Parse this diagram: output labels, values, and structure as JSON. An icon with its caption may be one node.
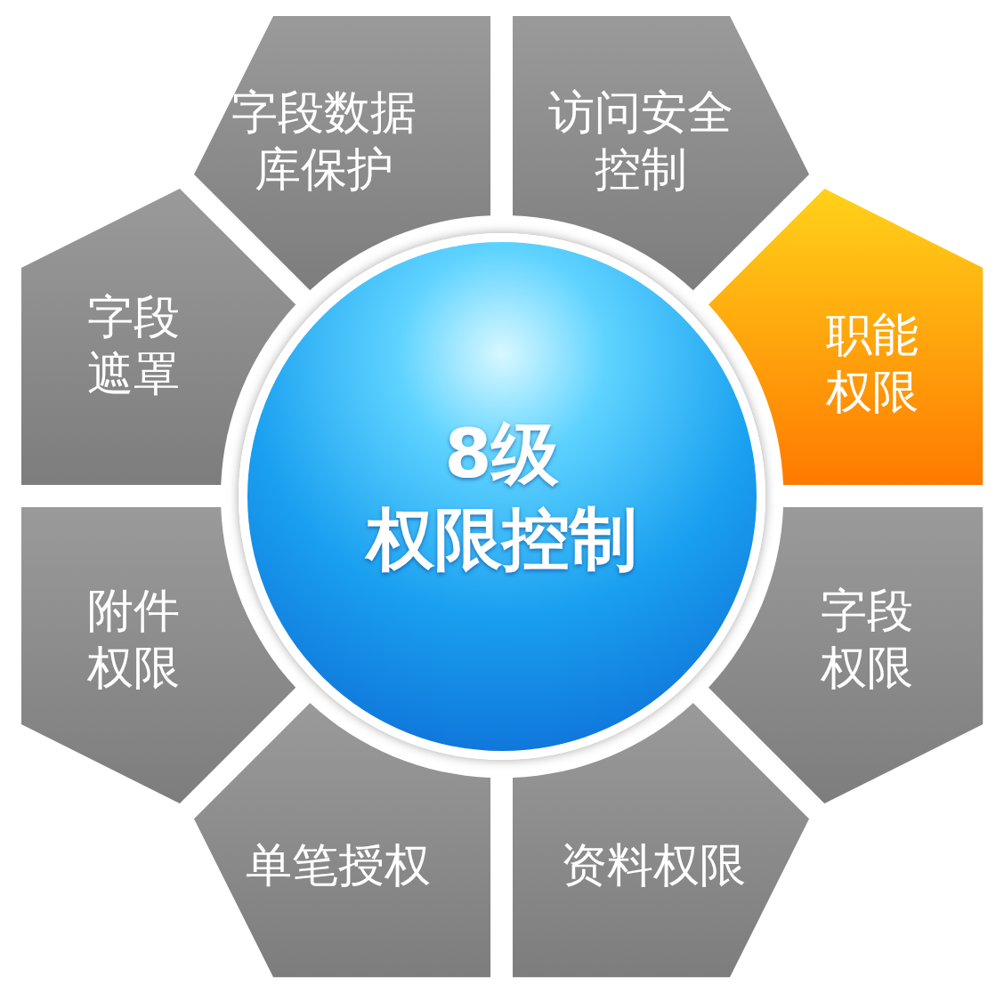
{
  "diagram": {
    "nodes": [
      {
        "text": [
          "8级",
          "权限控制"
        ]
      },
      {
        "text": [
          "访问安全控制"
        ]
      },
      {
        "text": [
          "职能权限"
        ]
      },
      {
        "text": [
          "字段权限"
        ]
      },
      {
        "text": [
          "资料权限"
        ]
      },
      {
        "text": [
          "单笔授权"
        ]
      },
      {
        "text": [
          "附件权限"
        ]
      },
      {
        "text": [
          "字段遮罩"
        ]
      },
      {
        "text": [
          "字段数据库保护"
        ]
      }
    ]
  }
}
